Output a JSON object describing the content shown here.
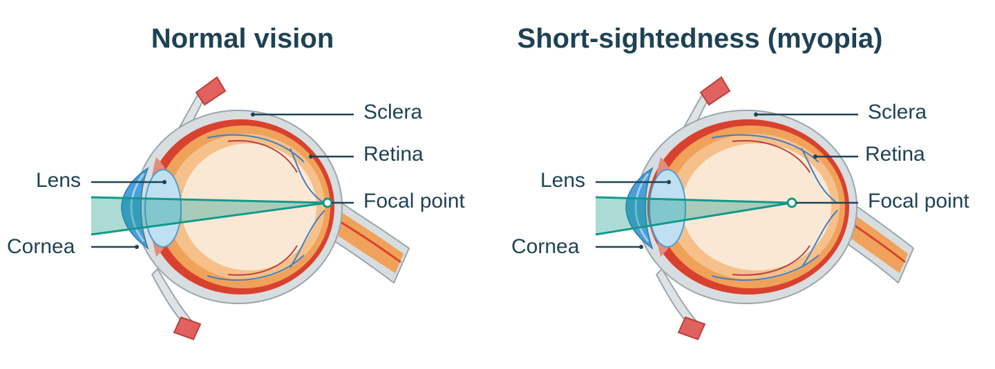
{
  "panels": [
    {
      "title": "Normal vision",
      "labels": {
        "sclera": "Sclera",
        "retina": "Retina",
        "lens": "Lens",
        "focal": "Focal point",
        "cornea": "Cornea"
      }
    },
    {
      "title": "Short-sightedness (myopia)",
      "labels": {
        "sclera": "Sclera",
        "retina": "Retina",
        "lens": "Lens",
        "focal": "Focal point",
        "cornea": "Cornea"
      }
    }
  ],
  "colors": {
    "text": "#1e4255",
    "light_beam": "#11998a",
    "sclera": "#d8dddf",
    "retina_red": "#d9412f",
    "choroid_orange": "#f0a25a",
    "vitreous": "#fbe8d4",
    "lens_blue": "#bfe0f0",
    "cornea_blue": "#4a9fd8",
    "muscle": "#e0615d"
  },
  "icons": {
    "eye": "eye-cross-section-icon"
  }
}
